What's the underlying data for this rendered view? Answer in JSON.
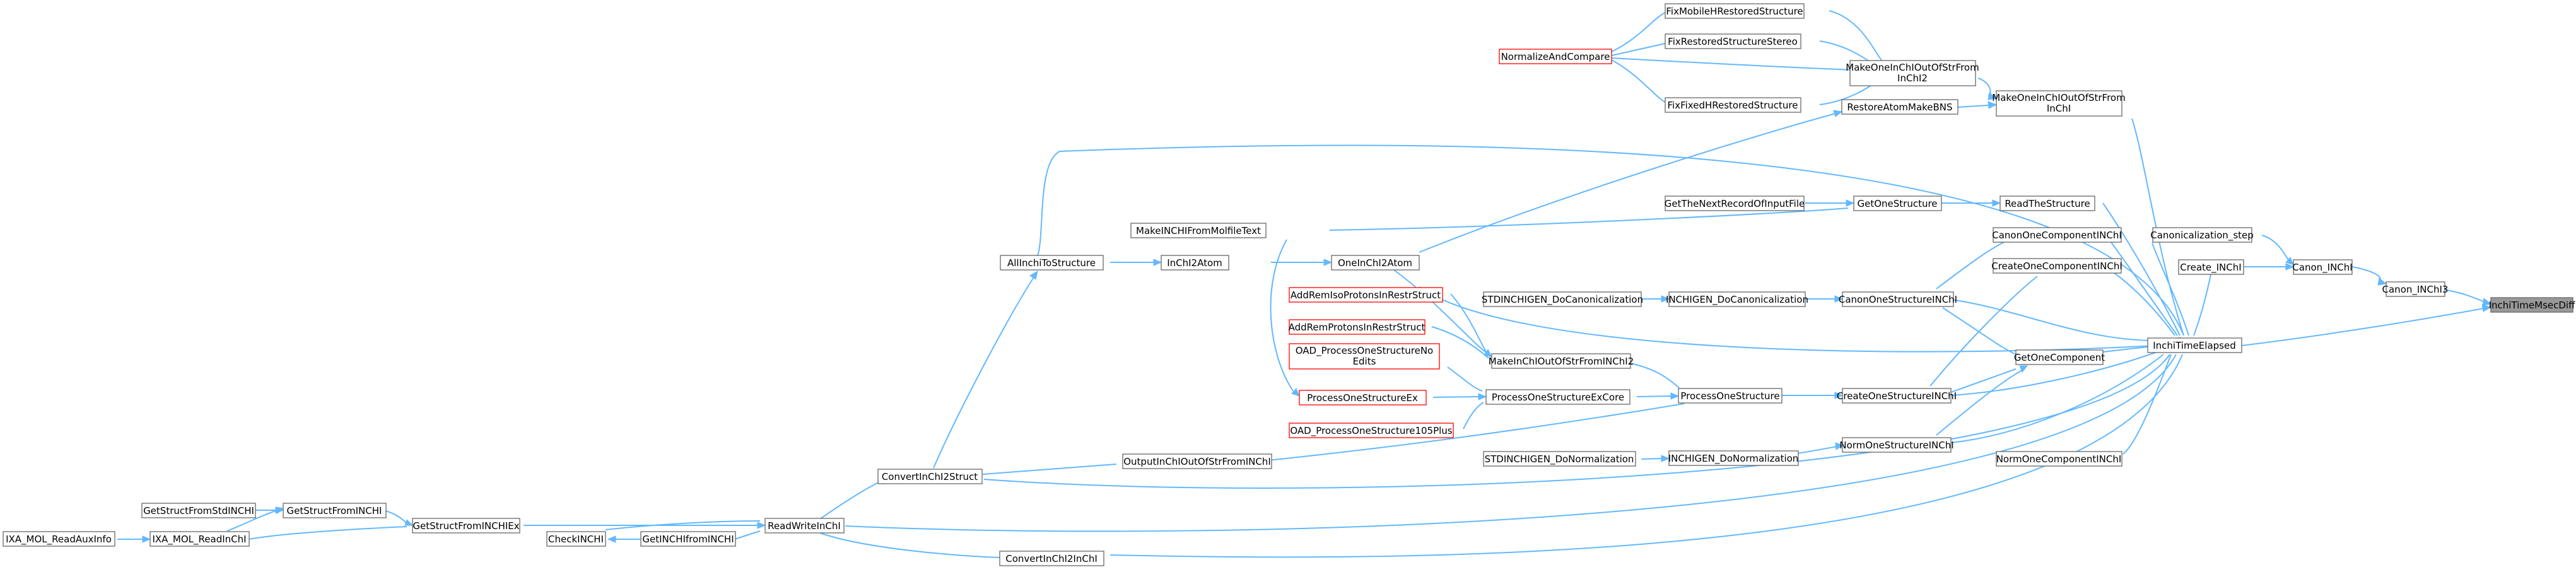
{
  "nodes": {
    "inchi_time_msec_diff": {
      "label": "InchiTimeMsecDiff"
    },
    "canon_inchi3": {
      "label": "Canon_INChI3"
    },
    "canon_inchi": {
      "label": "Canon_INChI"
    },
    "canonicalization_step": {
      "label": "Canonicalization_step"
    },
    "create_inchi": {
      "label": "Create_INChI"
    },
    "inchi_time_elapsed": {
      "label": "InchiTimeElapsed"
    },
    "make_one_inchi_out_of_str_from_inchi": {
      "label": [
        "MakeOneInChIOutOfStrFrom",
        "InChI"
      ]
    },
    "make_one_inchi_out_of_str_from_inchi2": {
      "label": [
        "MakeOneInChIOutOfStrFrom",
        "InChI2"
      ]
    },
    "restore_atom_make_bns": {
      "label": "RestoreAtomMakeBNS"
    },
    "fix_mobile_h_restored_structure": {
      "label": "FixMobileHRestoredStructure"
    },
    "fix_restored_structure_stereo": {
      "label": "FixRestoredStructureStereo"
    },
    "fix_fixed_h_restored_structure": {
      "label": "FixFixedHRestoredStructure"
    },
    "normalize_and_compare": {
      "label": "NormalizeAndCompare"
    },
    "one_inchi_2_atom": {
      "label": "OneInChI2Atom"
    },
    "inchi_2_atom": {
      "label": "InChI2Atom"
    },
    "all_inchi_to_structure": {
      "label": "AllInchiToStructure"
    },
    "convert_inchi_2_struct": {
      "label": "ConvertInChI2Struct"
    },
    "read_write_inchi": {
      "label": "ReadWriteInChI"
    },
    "get_struct_from_inchi_ex": {
      "label": "GetStructFromINCHIEx"
    },
    "get_struct_from_inchi": {
      "label": "GetStructFromINCHI"
    },
    "get_struct_from_std_inchi": {
      "label": "GetStructFromStdINCHI"
    },
    "ixa_mol_read_inchi": {
      "label": "IXA_MOL_ReadInChI"
    },
    "ixa_mol_read_aux_info": {
      "label": "IXA_MOL_ReadAuxInfo"
    },
    "check_inchi": {
      "label": "CheckINCHI"
    },
    "get_inchi_from_inchi": {
      "label": "GetINCHIfromINCHI"
    },
    "convert_inchi_2_inchi": {
      "label": "ConvertInChI2InChI"
    },
    "output_inchi_out_of_str_from_inchi": {
      "label": "OutputInChIOutOfStrFromINChI"
    },
    "make_inchi_out_of_str_from_inchi2": {
      "label": "MakeInChIOutOfStrFromINChI2"
    },
    "make_inchi_from_molfile_text": {
      "label": "MakeINCHIFromMolfileText"
    },
    "get_one_structure": {
      "label": "GetOneStructure"
    },
    "get_the_next_record_of_input_file": {
      "label": "GetTheNextRecordOfInputFile"
    },
    "read_the_structure": {
      "label": "ReadTheStructure"
    },
    "canon_one_component_inchi": {
      "label": "CanonOneComponentINChI"
    },
    "create_one_component_inchi": {
      "label": "CreateOneComponentINChI"
    },
    "canon_one_structure_inchi": {
      "label": "CanonOneStructureINChI"
    },
    "inchigen_do_canonicalization": {
      "label": "INCHIGEN_DoCanonicalization"
    },
    "stdinchigen_do_canonicalization": {
      "label": "STDINCHIGEN_DoCanonicalization"
    },
    "get_one_component": {
      "label": "GetOneComponent"
    },
    "create_one_structure_inchi": {
      "label": "CreateOneStructureINChI"
    },
    "process_one_structure": {
      "label": "ProcessOneStructure"
    },
    "process_one_structure_ex_core": {
      "label": "ProcessOneStructureExCore"
    },
    "process_one_structure_ex": {
      "label": "ProcessOneStructureEx"
    },
    "oad_process_one_structure_no_edits": {
      "label": [
        "OAD_ProcessOneStructureNo",
        "Edits"
      ]
    },
    "oad_process_one_structure_105_plus": {
      "label": "OAD_ProcessOneStructure105Plus"
    },
    "add_rem_iso_protons_in_restr_struct": {
      "label": "AddRemIsoProtonsInRestrStruct"
    },
    "add_rem_protons_in_restr_struct": {
      "label": "AddRemProtonsInRestrStruct"
    },
    "norm_one_structure_inchi": {
      "label": "NormOneStructureINChI"
    },
    "inchigen_do_normalization": {
      "label": "INCHIGEN_DoNormalization"
    },
    "stdinchigen_do_normalization": {
      "label": "STDINCHIGEN_DoNormalization"
    },
    "norm_one_component_inchi": {
      "label": "NormOneComponentINChI"
    }
  },
  "colors": {
    "edge": "#63b8ff",
    "node_border": "#666666",
    "node_border_red": "#ff0000",
    "root_fill": "#999999"
  }
}
